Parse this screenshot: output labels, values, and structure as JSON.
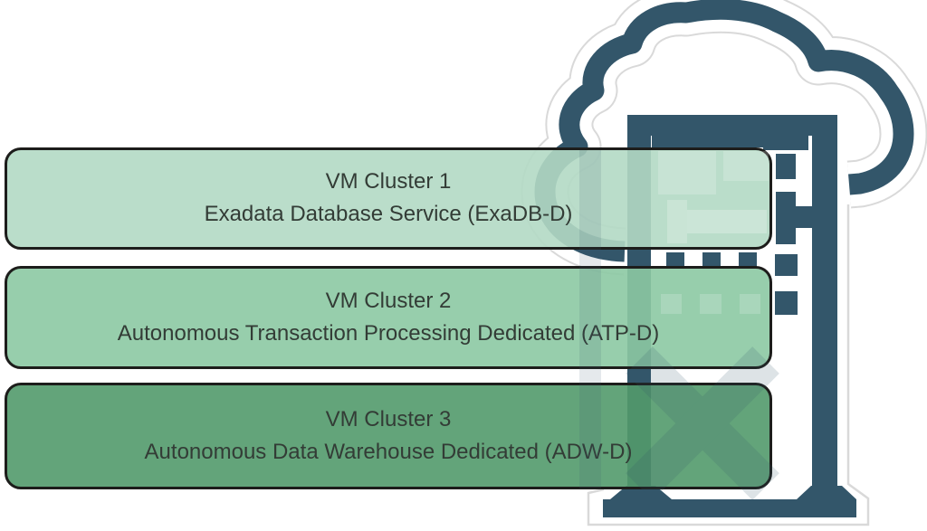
{
  "diagram": {
    "clusters": [
      {
        "line1": "VM Cluster 1",
        "line2": "Exadata Database Service (ExaDB-D)",
        "fill": "#b2d9c4"
      },
      {
        "line1": "VM Cluster 2",
        "line2": "Autonomous Transaction Processing Dedicated (ATP-D)",
        "fill": "#8cc9a3"
      },
      {
        "line1": "VM Cluster 3",
        "line2": "Autonomous Data Warehouse Dedicated (ADW-D)",
        "fill": "#529a6c"
      }
    ],
    "colors": {
      "teal": "#33566a",
      "box_border": "#1d1d1b",
      "text": "#333c36",
      "sticker": "#d9d9d9",
      "canvas": "#ffffff"
    },
    "icons": {
      "cloud": "cloud-icon",
      "rack": "server-rack-icon",
      "watermark": "exadata-x-watermark-icon"
    }
  }
}
